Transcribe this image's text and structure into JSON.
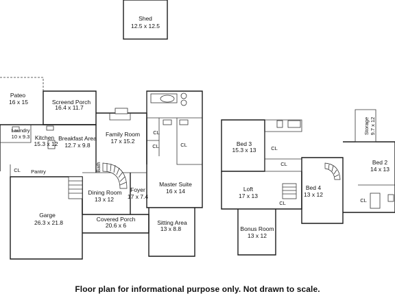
{
  "rooms": {
    "shed": {
      "name": "Shed",
      "dim": "12.5 x 12.5"
    },
    "pateo": {
      "name": "Pateo",
      "dim": "16 x 15"
    },
    "screend_porch": {
      "name": "Screend Porch",
      "dim": "16.4 x 11.7"
    },
    "laundry": {
      "name": "Laundry",
      "dim": "10 x 9.3"
    },
    "kitchen": {
      "name": "Kitchen",
      "dim": "15.3 x 12"
    },
    "breakfast": {
      "name": "Breakfast Area",
      "dim": "12.7 x 9.8"
    },
    "family": {
      "name": "Family Room",
      "dim": "17 x 15.2"
    },
    "dining": {
      "name": "Dining Room",
      "dim": "13 x 12"
    },
    "foyer": {
      "name": "Foyer",
      "dim": "17 x 7.4"
    },
    "master": {
      "name": "Master Suite",
      "dim": "16 x 14"
    },
    "garage": {
      "name": "Garge",
      "dim": "26.3 x 21.8"
    },
    "covered_porch": {
      "name": "Covered Porch",
      "dim": "20.6 x 6"
    },
    "sitting": {
      "name": "Sitting Area",
      "dim": "13 x 8.8"
    },
    "bed3": {
      "name": "Bed 3",
      "dim": "15.3 x 13"
    },
    "bed2": {
      "name": "Bed 2",
      "dim": "14 x 13"
    },
    "storage": {
      "name": "Storage",
      "dim": "9.7 x 12"
    },
    "loft": {
      "name": "Loft",
      "dim": "17 x 13"
    },
    "bed4": {
      "name": "Bed 4",
      "dim": "13 x 12"
    },
    "bonus": {
      "name": "Bonus Room",
      "dim": "13 x 12"
    }
  },
  "labels": {
    "closet": "CL",
    "pantry": "Pantry",
    "bath": "Bath"
  },
  "footer": "Floor plan for informational purpose only. Not drawn to scale."
}
